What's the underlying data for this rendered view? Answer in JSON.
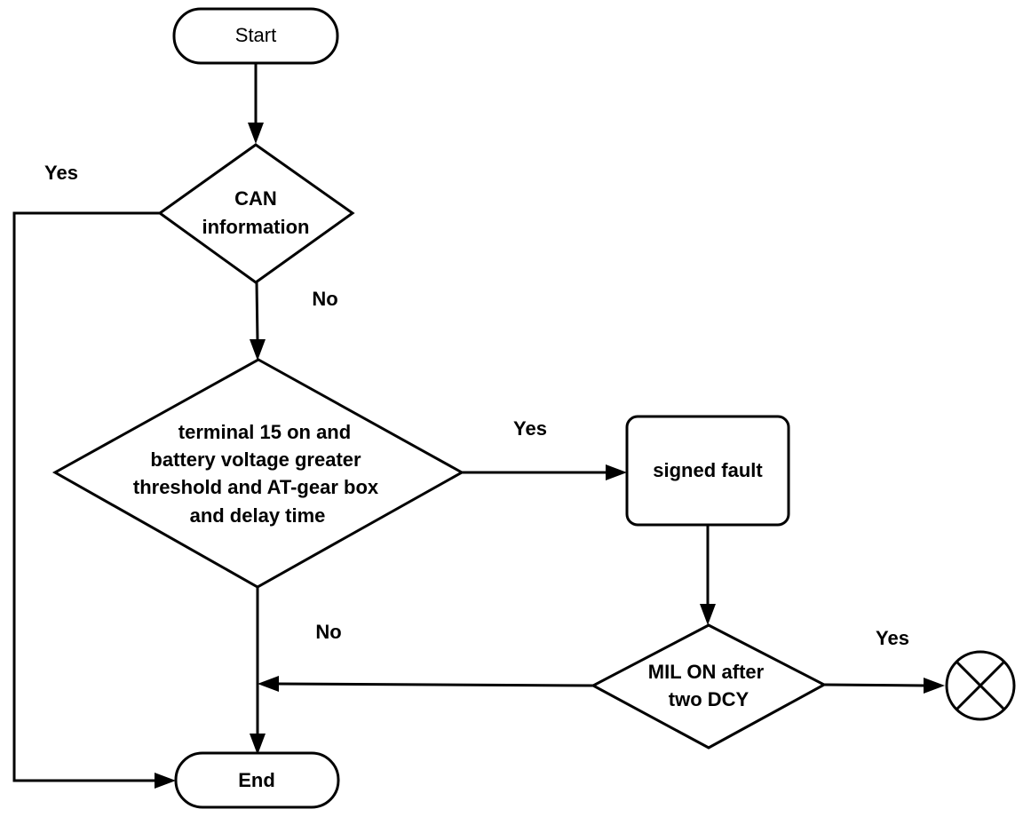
{
  "nodes": {
    "start": "Start",
    "can_decision": [
      "CAN",
      "information"
    ],
    "condition_decision": [
      "terminal 15 on and",
      "battery voltage greater",
      "threshold and AT-gear box",
      "and delay time"
    ],
    "signed_fault": "signed fault",
    "mil_decision": [
      "MIL ON after",
      "two DCY"
    ],
    "end": "End"
  },
  "edge_labels": {
    "can_yes": "Yes",
    "can_no": "No",
    "condition_yes": "Yes",
    "condition_no": "No",
    "mil_yes": "Yes"
  },
  "colors": {
    "stroke": "#000000",
    "fill": "#ffffff"
  },
  "icons": {
    "terminator_symbol": "circle-x-icon"
  }
}
